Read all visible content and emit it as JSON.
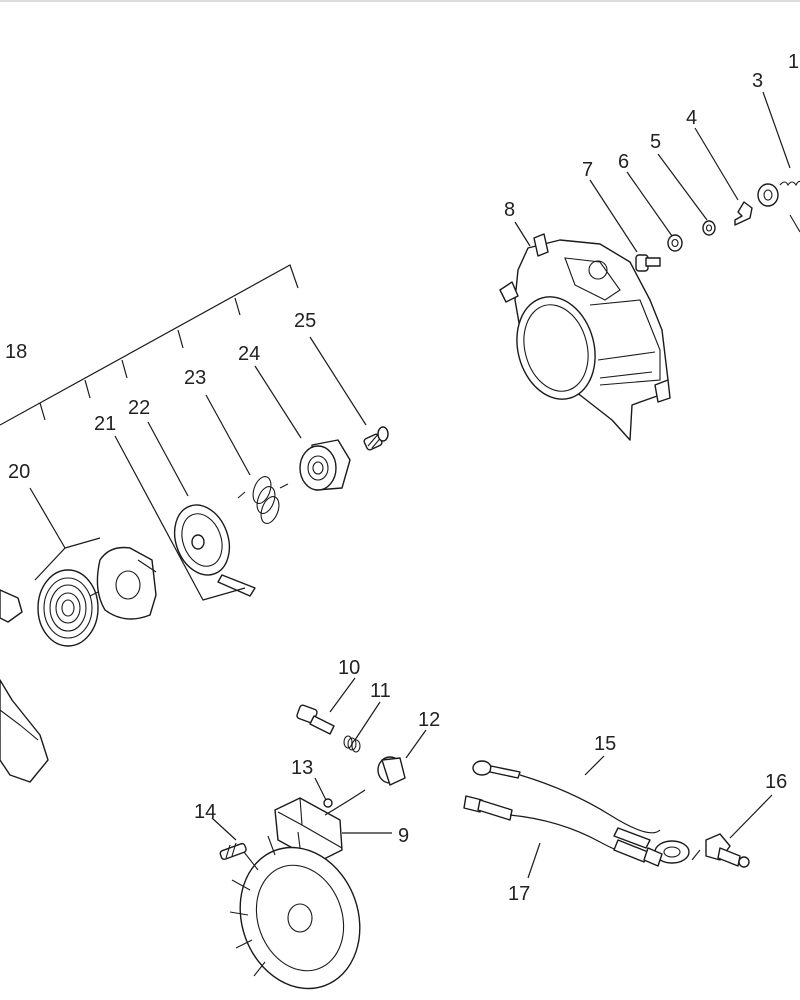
{
  "callouts": {
    "c1": "1",
    "c3": "3",
    "c4": "4",
    "c5": "5",
    "c6": "6",
    "c7": "7",
    "c8": "8",
    "c9": "9",
    "c10": "10",
    "c11": "11",
    "c12": "12",
    "c13": "13",
    "c14": "14",
    "c15": "15",
    "c16": "16",
    "c17": "17",
    "c18": "18",
    "c20": "20",
    "c21": "21",
    "c22": "22",
    "c23": "23",
    "c24": "24",
    "c25": "25"
  },
  "colors": {
    "line": "#1a1a1a",
    "text": "#222222",
    "background": "#ffffff"
  }
}
